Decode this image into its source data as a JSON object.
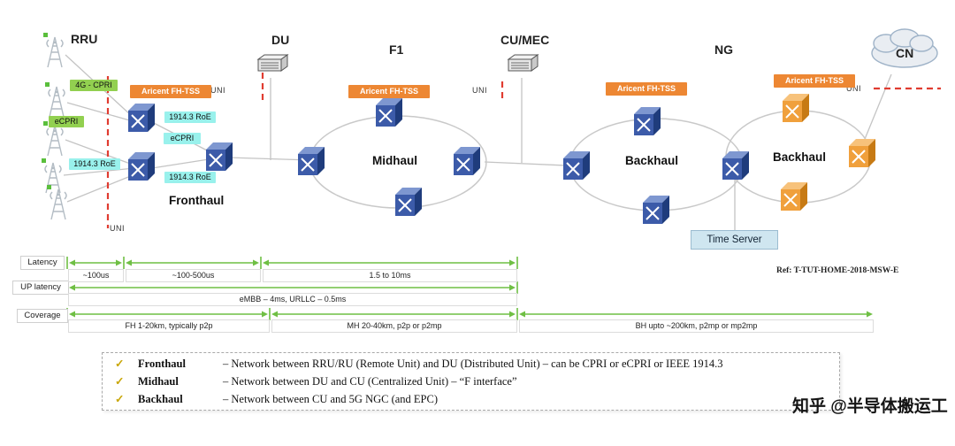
{
  "diagram": {
    "node_labels": {
      "rru": "RRU",
      "du": "DU",
      "f1": "F1",
      "cu_mec": "CU/MEC",
      "ng": "NG",
      "cn": "CN"
    },
    "section_labels": {
      "fronthaul": "Fronthaul",
      "midhaul": "Midhaul",
      "backhaul_1": "Backhaul",
      "backhaul_2": "Backhaul"
    },
    "uni": "UNI",
    "aricent": "Aricent FH-TSS",
    "protocols": {
      "cpri_4g": "4G - CPRI",
      "ecpri_1": "eCPRI",
      "roe_1": "1914.3 RoE",
      "roe_2": "1914.3 RoE",
      "ecpri_2": "eCPRI",
      "roe_3": "1914.3 RoE"
    },
    "time_server": "Time Server"
  },
  "metrics": {
    "latency_label": "Latency",
    "latency_segments": [
      "~100us",
      "~100-500us",
      "1.5 to 10ms"
    ],
    "up_latency_label": "UP latency",
    "up_latency_value": "eMBB – 4ms, URLLC – 0.5ms",
    "coverage_label": "Coverage",
    "coverage_segments": [
      "FH 1-20km, typically p2p",
      "MH 20-40km, p2p or p2mp",
      "BH  upto ~200km, p2mp or mp2mp"
    ],
    "reference": "Ref: T-TUT-HOME-2018-MSW-E"
  },
  "legend": {
    "items": [
      {
        "check": "✓",
        "term": "Fronthaul",
        "desc": "– Network between RRU/RU (Remote Unit) and DU (Distributed Unit) – can be CPRI or eCPRI or IEEE 1914.3"
      },
      {
        "check": "✓",
        "term": "Midhaul",
        "desc": "– Network between DU and CU (Centralized Unit) – “F interface”"
      },
      {
        "check": "✓",
        "term": "Backhaul",
        "desc": "– Network between CU and 5G NGC (and EPC)"
      }
    ]
  },
  "watermark": "知乎 @半导体搬运工",
  "colors": {
    "accent_orange": "#ed8733",
    "switch_blue": "#3c5ba9",
    "switch_orange": "#f0a03c",
    "highlight_green": "#92d050",
    "highlight_cyan": "#99f1ec",
    "arrow_green": "#6fbf44",
    "uni_red": "#e03c31",
    "time_server_bg": "#cfe6f0"
  }
}
